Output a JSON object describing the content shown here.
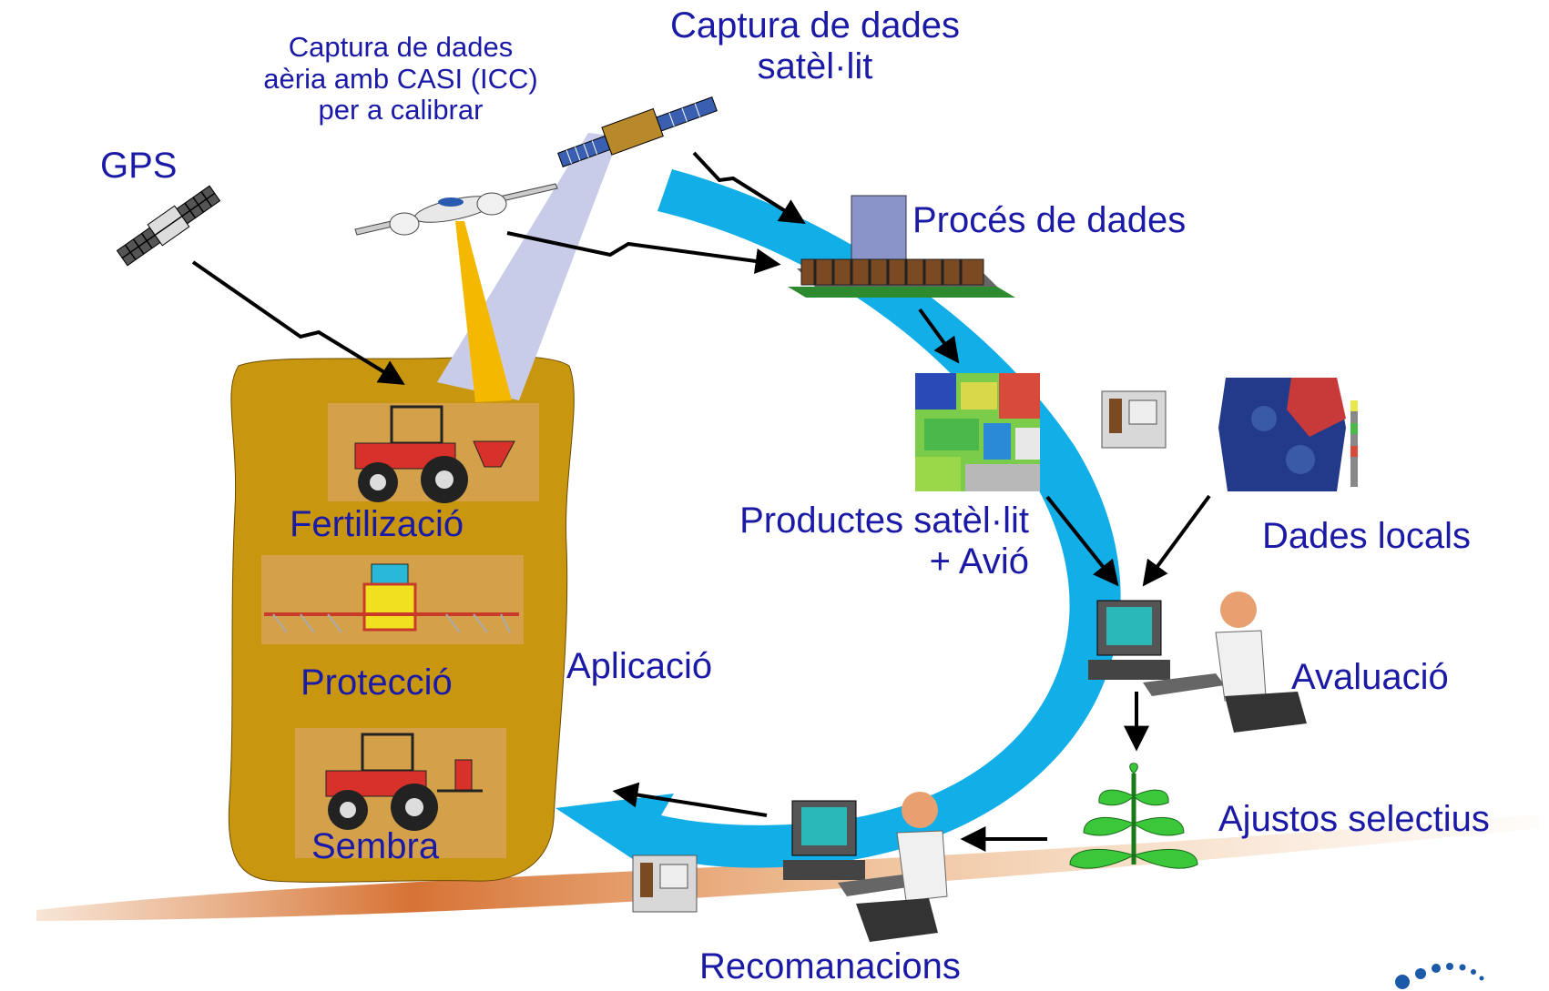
{
  "labels": {
    "capture_satellite": [
      "Captura de dades",
      "satèl·lit"
    ],
    "capture_aerial": [
      "Captura de dades",
      "aèria amb CASI (ICC)",
      "per a calibrar"
    ],
    "gps": "GPS",
    "data_processing": "Procés de dades",
    "satellite_products": [
      "Productes satèl·lit",
      "+ Avió"
    ],
    "local_data": "Dades locals",
    "evaluation": "Avaluació",
    "selective_adjustments": "Ajustos selectius",
    "recommendations": "Recomanacions",
    "application": "Aplicació",
    "fertilization": "Fertilizació",
    "protection": "Protecció",
    "sowing": "Sembra"
  },
  "colors": {
    "text": "#1a1aa6",
    "cycle_arrow": "#12aee8",
    "field": "#c8960f",
    "panel": "#d4a04a",
    "beam_satellite": "#c8cce8",
    "beam_aircraft": "#f5b800"
  },
  "icons": [
    "satellite-icon",
    "gps-satellite-icon",
    "airplane-icon",
    "building-icon",
    "satellite-map-icon",
    "yield-map-icon",
    "pda-device-icon",
    "computer-operator-icon",
    "plant-icon",
    "tractor-spreader-icon",
    "sprayer-icon",
    "tractor-seeder-icon",
    "logo-dots-icon"
  ]
}
